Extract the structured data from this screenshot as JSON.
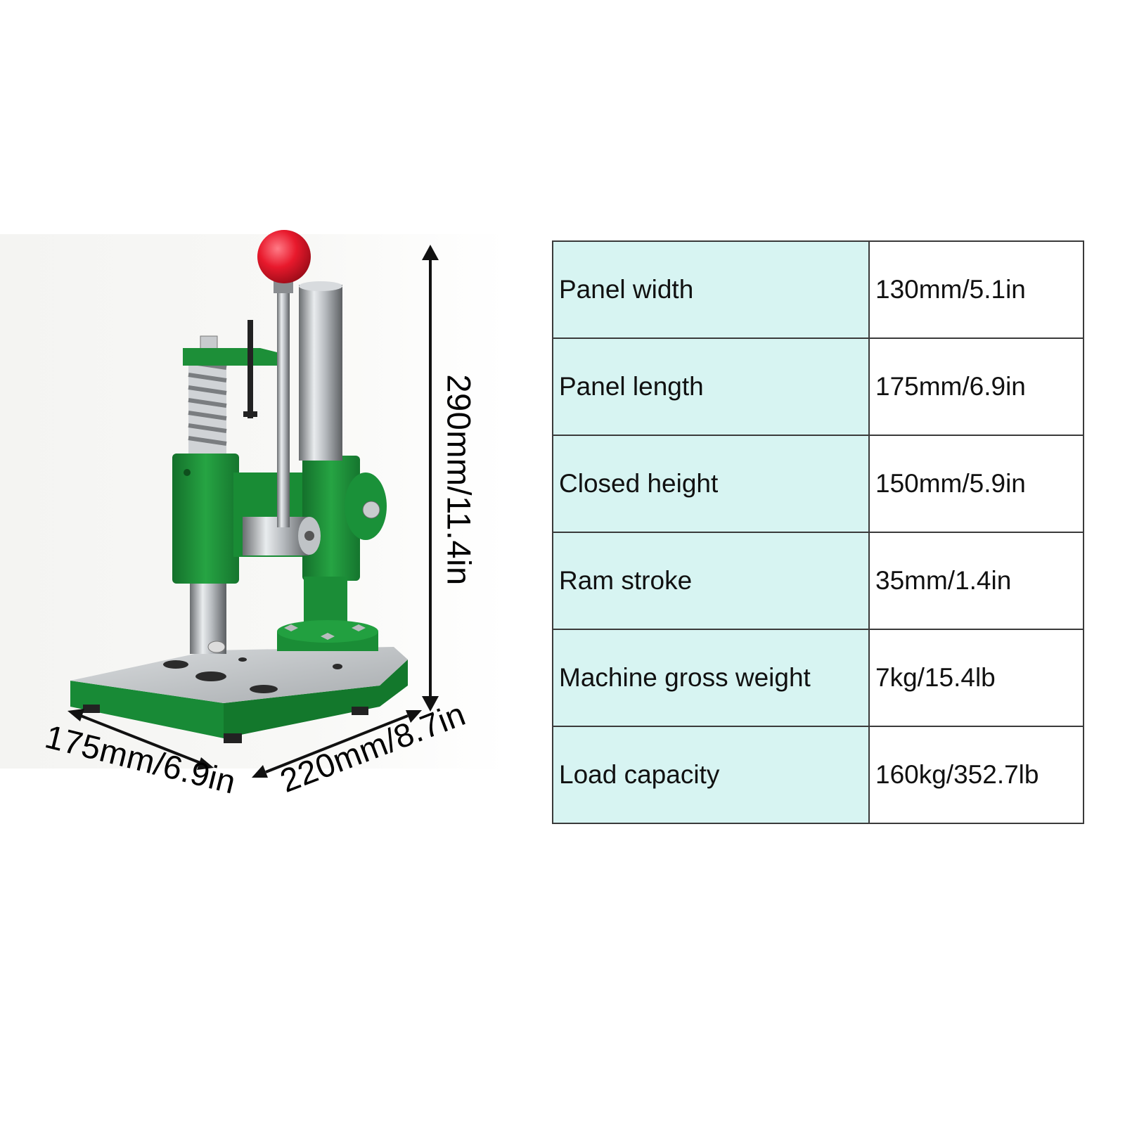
{
  "dimensions": {
    "height_label": "290mm/11.4in",
    "depth_label": "175mm/6.9in",
    "width_label": "220mm/8.7in"
  },
  "specs": [
    {
      "label": "Panel width",
      "value": "130mm/5.1in"
    },
    {
      "label": "Panel length",
      "value": "175mm/6.9in"
    },
    {
      "label": "Closed height",
      "value": "150mm/5.9in"
    },
    {
      "label": "Ram stroke",
      "value": "35mm/1.4in"
    },
    {
      "label": "Machine gross weight",
      "value": "7kg/15.4lb"
    },
    {
      "label": "Load capacity",
      "value": "160kg/352.7lb"
    }
  ],
  "colors": {
    "machine_green": "#1f9a3c",
    "handle_knob": "#e8192c",
    "table_label_bg": "#d7f4f2"
  }
}
